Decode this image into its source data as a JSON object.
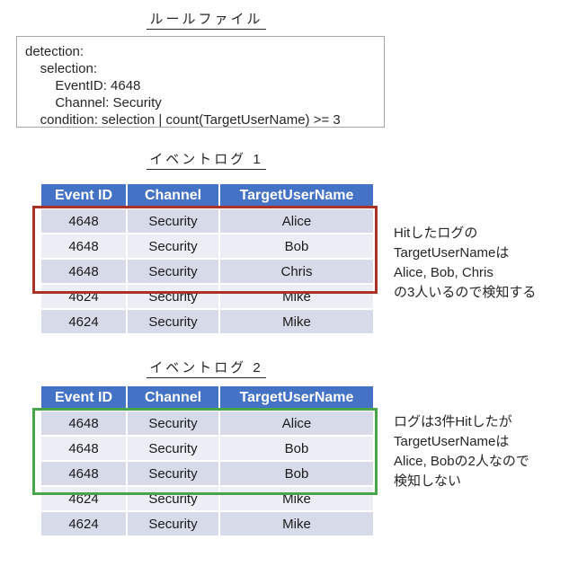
{
  "colors": {
    "header_bg": "#4472C4",
    "row_dark": "#D7DAE8",
    "row_light": "#ECEEF6",
    "hit_red": "#AC3126",
    "hit_green": "#4AA54A"
  },
  "rule_file": {
    "title": "ルールファイル",
    "lines": [
      "detection:",
      "    selection:",
      "        EventID: 4648",
      "        Channel: Security",
      "    condition: selection | count(TargetUserName) >= 3"
    ]
  },
  "log1": {
    "title": "イベントログ 1",
    "columns": [
      "Event ID",
      "Channel",
      "TargetUserName"
    ],
    "rows": [
      [
        "4648",
        "Security",
        "Alice"
      ],
      [
        "4648",
        "Security",
        "Bob"
      ],
      [
        "4648",
        "Security",
        "Chris"
      ],
      [
        "4624",
        "Security",
        "Mike"
      ],
      [
        "4624",
        "Security",
        "Mike"
      ]
    ],
    "annotation": [
      "Hitしたログの",
      "TargetUserNameは",
      "Alice, Bob, Chris",
      "の3人いるので検知する"
    ]
  },
  "log2": {
    "title": "イベントログ 2",
    "columns": [
      "Event ID",
      "Channel",
      "TargetUserName"
    ],
    "rows": [
      [
        "4648",
        "Security",
        "Alice"
      ],
      [
        "4648",
        "Security",
        "Bob"
      ],
      [
        "4648",
        "Security",
        "Bob"
      ],
      [
        "4624",
        "Security",
        "Mike"
      ],
      [
        "4624",
        "Security",
        "Mike"
      ]
    ],
    "annotation": [
      "ログは3件Hitしたが",
      "TargetUserNameは",
      "Alice, Bobの2人なので",
      "検知しない"
    ]
  }
}
